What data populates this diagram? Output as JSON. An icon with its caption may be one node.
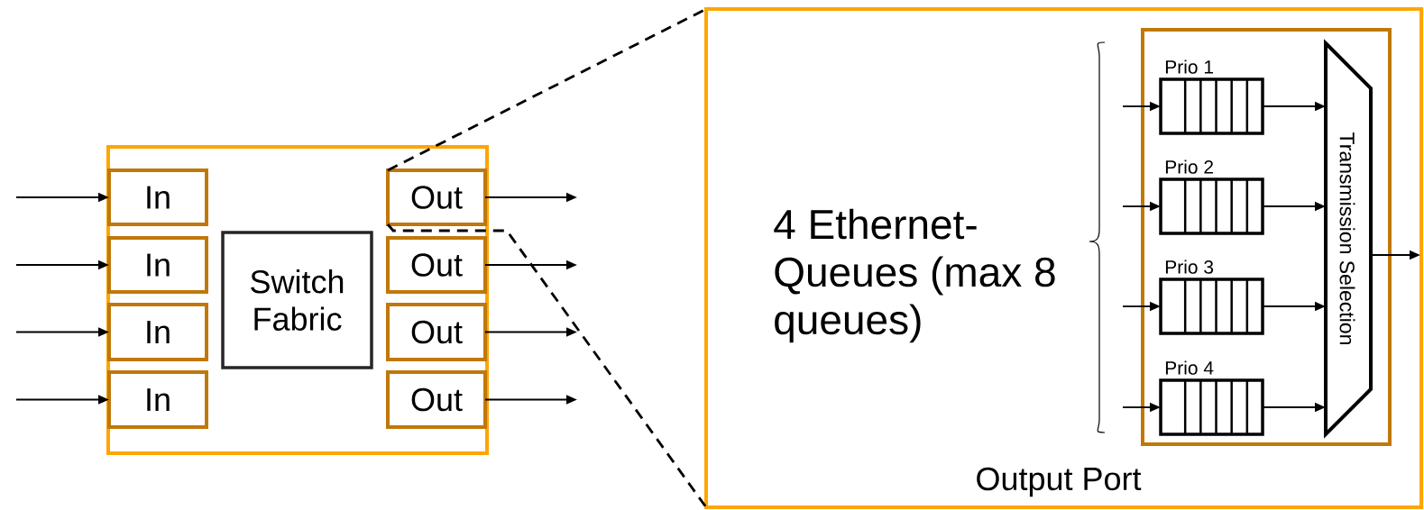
{
  "diagram": {
    "nodes": [
      {
        "text": [],
        "shape": "box"
      },
      {
        "text": [
          "In"
        ],
        "in": 0
      },
      {
        "text": [
          "In"
        ],
        "in": 0
      },
      {
        "text": [
          "In"
        ],
        "in": 0
      },
      {
        "text": [
          "In"
        ],
        "in": 0
      },
      {
        "text": [
          "Switch Fabric"
        ],
        "in": 0
      },
      {
        "text": [
          "Out"
        ],
        "in": 0
      },
      {
        "text": [
          "Out"
        ],
        "in": 0
      },
      {
        "text": [
          "Out"
        ],
        "in": 0
      },
      {
        "text": [
          "Out"
        ],
        "in": 0
      },
      {
        "text": [
          "4 Ethernet- Queues (max 8 queues)",
          "Output Port"
        ]
      },
      {
        "text": [],
        "shape": "box",
        "in": 10
      },
      {
        "text": [
          "Prio 1"
        ],
        "in": 11
      },
      {
        "text": [
          "Prio 2"
        ],
        "in": 11
      },
      {
        "text": [
          "Prio 3"
        ],
        "in": 11
      },
      {
        "text": [
          "Prio 4"
        ],
        "in": 11
      },
      {
        "text": [
          "Transmission Selection"
        ],
        "in": 11
      }
    ],
    "edges": [
      {
        "from": null,
        "to": 1,
        "arrow": "to"
      },
      {
        "from": null,
        "to": 2,
        "arrow": "to"
      },
      {
        "from": null,
        "to": 3,
        "arrow": "to"
      },
      {
        "from": null,
        "to": 4,
        "arrow": "to"
      },
      {
        "from": 6,
        "to": null,
        "arrow": "to"
      },
      {
        "from": 7,
        "to": null,
        "arrow": "to"
      },
      {
        "from": 8,
        "to": null,
        "arrow": "to"
      },
      {
        "from": 9,
        "to": null,
        "arrow": "to"
      },
      {
        "from": 6,
        "to": 10,
        "arrow": "none",
        "style": "dashed"
      },
      {
        "from": 6,
        "to": 10,
        "arrow": "none",
        "style": "dashed"
      },
      {
        "from": null,
        "to": 12,
        "arrow": "to"
      },
      {
        "from": null,
        "to": 13,
        "arrow": "to"
      },
      {
        "from": null,
        "to": 14,
        "arrow": "to"
      },
      {
        "from": null,
        "to": 15,
        "arrow": "to"
      },
      {
        "from": 12,
        "to": 16,
        "arrow": "to"
      },
      {
        "from": 13,
        "to": 16,
        "arrow": "to"
      },
      {
        "from": 14,
        "to": 16,
        "arrow": "to"
      },
      {
        "from": 15,
        "to": 16,
        "arrow": "to"
      },
      {
        "from": 16,
        "to": null,
        "arrow": "to"
      }
    ]
  }
}
